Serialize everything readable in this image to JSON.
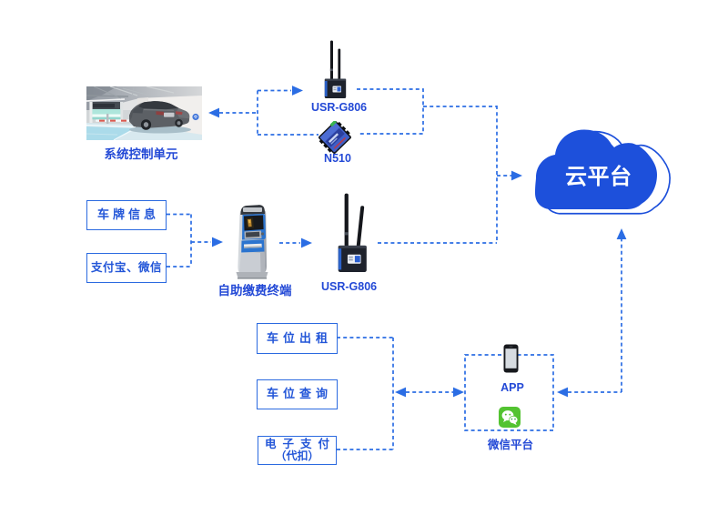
{
  "diagram": {
    "colors": {
      "line_blue": "#2b6de4",
      "box_border_blue": "#2b6ae0",
      "text_blue": "#2356d8",
      "label_blue": "#2349d6",
      "cloud_blue": "#1d50db",
      "wechat_green": "#53c331"
    },
    "control_unit": {
      "label": "系统控制单元"
    },
    "router_top": {
      "label": "USR-G806"
    },
    "serial_server": {
      "label": "N510"
    },
    "router_mid": {
      "label": "USR-G806"
    },
    "kiosk": {
      "label": "自助缴费终端"
    },
    "cloud": {
      "label": "云平台"
    },
    "app": {
      "label": "APP"
    },
    "wechat_platform": {
      "label": "微信平台"
    },
    "boxes": {
      "plate_info": {
        "label": "车牌信息"
      },
      "pay_channels": {
        "label": "支付宝、微信"
      },
      "space_rent": {
        "label": "车位出租"
      },
      "space_query": {
        "label": "车位查询"
      },
      "epay": {
        "line1": "电子支付",
        "line2": "（代扣）"
      }
    }
  }
}
